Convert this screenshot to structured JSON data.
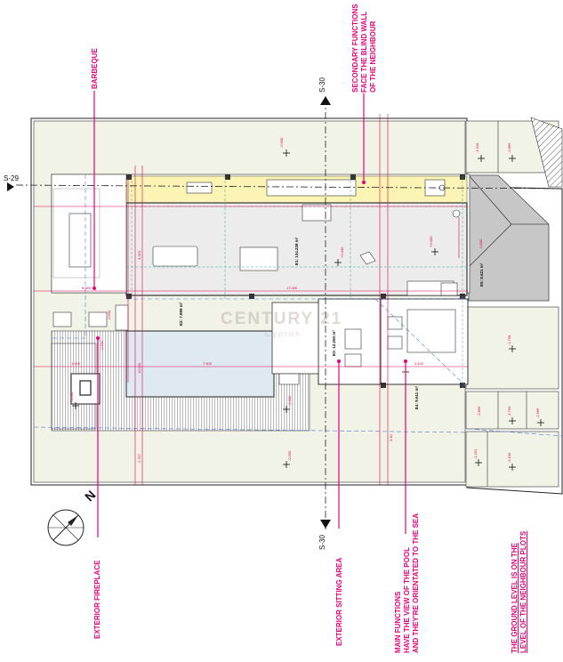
{
  "labels": {
    "barbeque": "BARBEQUE",
    "secondary": [
      "SECONDARY FUNCTIONS",
      "FACE THE BLIND WALL",
      "OF THE NEIGHBOUR"
    ],
    "exterior_fireplace": "EXTERIOR FIREPLACE",
    "exterior_sitting": "EXTERIOR SITTING AREA",
    "main_functions": [
      "MAIN FUNCTIONS",
      "HAVE THE VIEW OF THE POOL",
      "AND THEY'RE ORIENTATED TO THE SEA"
    ],
    "ground_level": [
      "THE GROUND LEVEL IS ON THE",
      "LEVEL OF THE NEIGHBOUR PLOTS"
    ]
  },
  "sections": {
    "s30_top": "S-30",
    "s30_bottom": "S-30",
    "s29": "S-29"
  },
  "north": "N",
  "watermark": {
    "brand": "CENTURY 21",
    "sub": "Cyprus"
  },
  "rooms": {
    "e1": "E1: 134.238 m²",
    "e2": "E2: 7.899 m²",
    "e3": "E3: 12.250 m²",
    "e4": "E4: 9.611 m²",
    "e5": "E5: 8.621 m²"
  },
  "levels": [
    "-0.600",
    "-0.600",
    "-0.600",
    "+0.000",
    "+0.000",
    "-1.100",
    "-0.600",
    "-0.900",
    "-0.800",
    "-1.916",
    "-2.866",
    "-2.708",
    "-2.666",
    "-2.756",
    "-2.856",
    "-1.201",
    "-2.156"
  ],
  "dims": {
    "d17": "17.000",
    "d7": "7.600",
    "d4": "4.100",
    "d1": "1.900",
    "d6": "6.000",
    "d10": "10.000",
    "d2": "2.767",
    "d3": "3.30",
    "d5": "4.310"
  }
}
